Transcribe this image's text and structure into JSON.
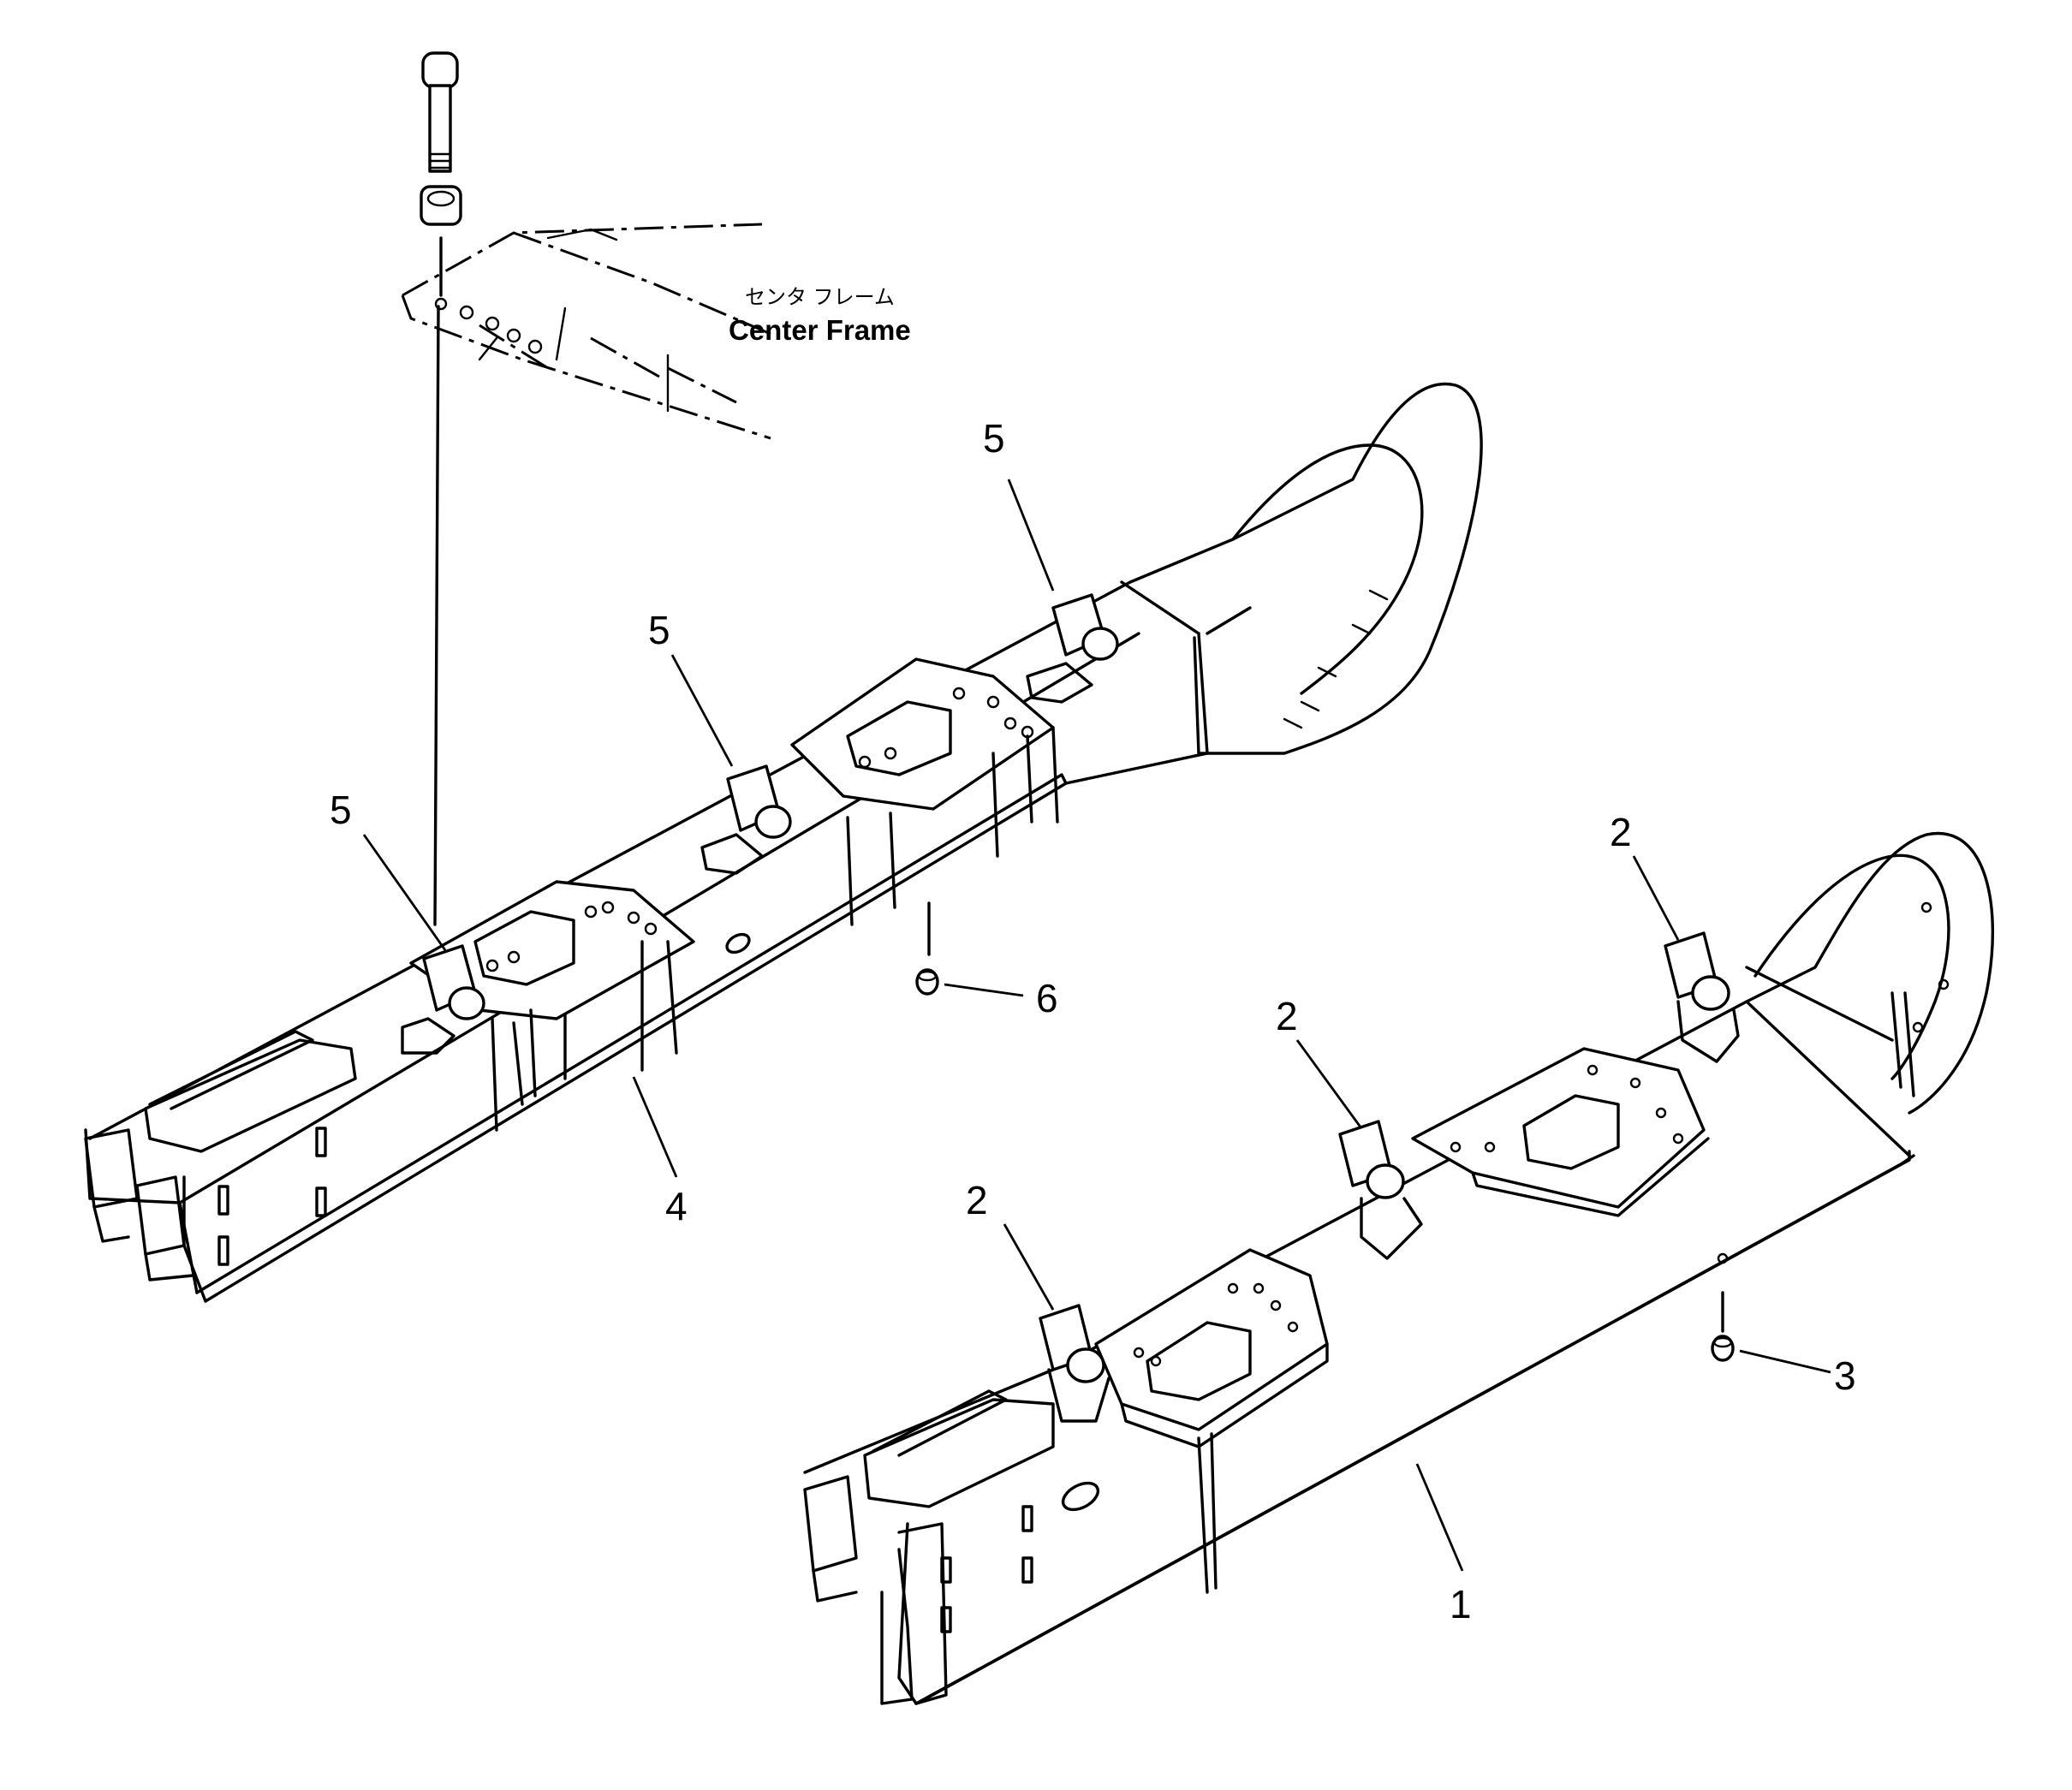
{
  "annotation": {
    "center_frame_jp": "センタ フレーム",
    "center_frame_en": "Center Frame"
  },
  "callouts": {
    "c1": "1",
    "c2a": "2",
    "c2b": "2",
    "c2c": "2",
    "c3": "3",
    "c4": "4",
    "c5a": "5",
    "c5b": "5",
    "c5c": "5",
    "c6": "6"
  }
}
